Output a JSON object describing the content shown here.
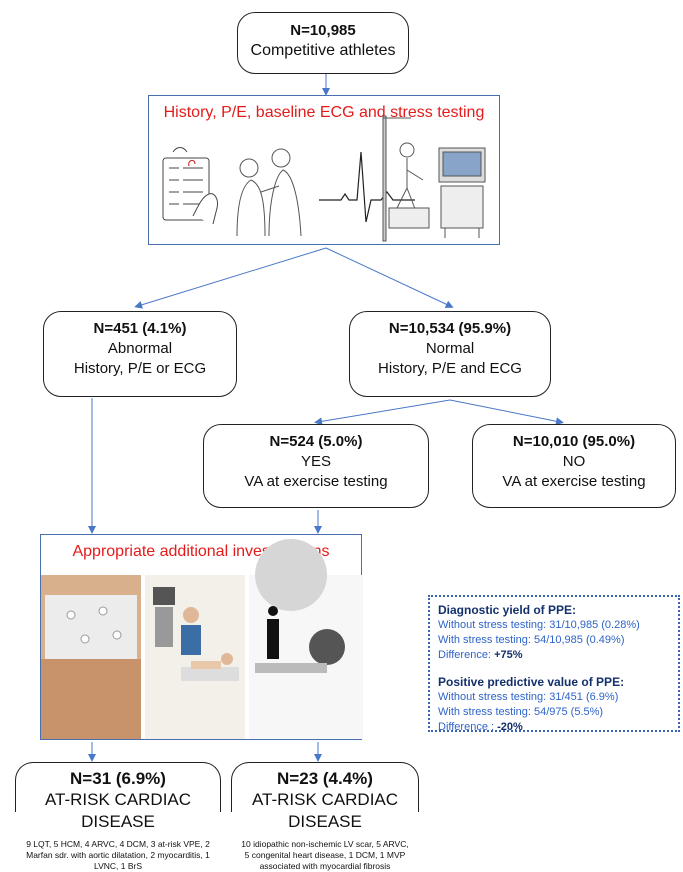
{
  "top": {
    "n": "N=10,985",
    "label": "Competitive athletes"
  },
  "screening": {
    "title": "History, P/E, baseline ECG and stress testing"
  },
  "abnormal": {
    "n": "N=451 (4.1%)",
    "line1": "Abnormal",
    "line2": "History, P/E or ECG"
  },
  "normal": {
    "n": "N=10,534 (95.9%)",
    "line1": "Normal",
    "line2": "History, P/E and ECG"
  },
  "yes": {
    "n": "N=524 (5.0%)",
    "line1": "YES",
    "line2": "VA at exercise testing"
  },
  "no": {
    "n": "N=10,010 (95.0%)",
    "line1": "NO",
    "line2": "VA at exercise testing"
  },
  "investigations": {
    "title": "Appropriate additional investigations"
  },
  "left_result": {
    "n": "N=31 (6.9%)",
    "line1": "AT-RISK CARDIAC",
    "line2": "DISEASE",
    "detail": "9 LQT, 5 HCM, 4 ARVC, 4 DCM, 3 at-risk VPE, 2 Marfan sdr. with aortic dilatation, 2 myocarditis, 1 LVNC, 1 BrS"
  },
  "right_result": {
    "n": "N=23 (4.4%)",
    "line1": "AT-RISK CARDIAC",
    "line2": "DISEASE",
    "detail": "10 idiopathic non-ischemic LV scar, 5 ARVC, 5 congenital heart disease, 1 DCM, 1 MVP associated with myocardial fibrosis"
  },
  "summary": {
    "yield_title": "Diagnostic yield of PPE:",
    "yield_without": "Without stress testing: 31/10,985 (0.28%)",
    "yield_with": "With stress testing: 54/10,985 (0.49%)",
    "yield_diff_label": "Difference: ",
    "yield_diff_value": "+75%",
    "ppv_title": "Positive predictive value of PPE:",
    "ppv_without": "Without stress testing:  31/451 (6.9%)",
    "ppv_with": "With stress testing: 54/975 (5.5%)",
    "ppv_diff_label": "Difference : ",
    "ppv_diff_value": "-20%"
  },
  "icons": [
    "checklist-hand-icon",
    "doctor-patient-icon",
    "ecg-waveform-icon",
    "exercise-bike-icon",
    "chest-electrodes-photo",
    "echocardiography-illustration",
    "mri-scanner-icon"
  ],
  "colors": {
    "title_red": "#e31b1b",
    "arrow_blue": "#4a78c8",
    "panel_blue": "#2e64c8",
    "panel_dark": "#14306b"
  }
}
